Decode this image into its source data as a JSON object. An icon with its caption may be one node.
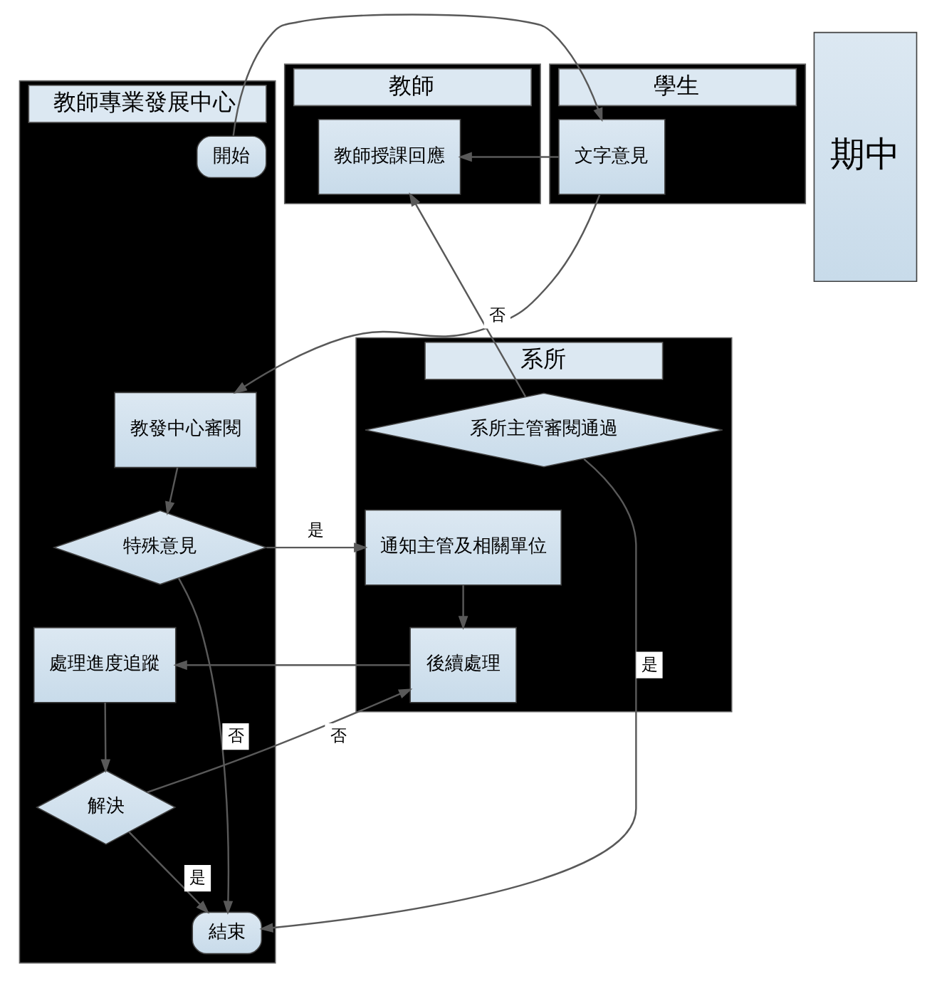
{
  "diagram": {
    "nodes": [
      {
        "text": [
          "教師專業發展中心"
        ]
      },
      {
        "text": [
          "學生"
        ]
      },
      {
        "text": [
          "教師"
        ]
      },
      {
        "text": [
          "系所"
        ]
      },
      {
        "text": [
          "期中"
        ]
      },
      {
        "text": [
          "開始"
        ],
        "in": 0
      },
      {
        "text": [
          "文字意見"
        ],
        "in": 1
      },
      {
        "text": [
          "教師授課回應"
        ],
        "in": 2
      },
      {
        "text": [
          "教發中心審閱"
        ],
        "in": 0
      },
      {
        "text": [
          "系所主管審閱通過"
        ],
        "in": 3
      },
      {
        "text": [
          "特殊意見"
        ],
        "in": 0
      },
      {
        "text": [
          "通知主管及相關單位"
        ],
        "in": 3
      },
      {
        "text": [
          "處理進度追蹤"
        ],
        "in": 0
      },
      {
        "text": [
          "後續處理"
        ],
        "in": 3
      },
      {
        "text": [
          "解決"
        ],
        "in": 0
      },
      {
        "text": [
          "結束"
        ],
        "in": 0
      }
    ],
    "edges": [
      {
        "from": 5,
        "to": 6,
        "arrow": "to"
      },
      {
        "from": 6,
        "to": 7,
        "arrow": "to"
      },
      {
        "from": 6,
        "to": 8,
        "arrow": "to"
      },
      {
        "from": 8,
        "to": 10,
        "arrow": "to"
      },
      {
        "from": 9,
        "to": 7,
        "arrow": "to",
        "label": "否"
      },
      {
        "from": 10,
        "to": 11,
        "arrow": "to",
        "label": "是"
      },
      {
        "from": 10,
        "to": 15,
        "arrow": "to",
        "label": "否"
      },
      {
        "from": 11,
        "to": 13,
        "arrow": "to"
      },
      {
        "from": 13,
        "to": 12,
        "arrow": "to"
      },
      {
        "from": 12,
        "to": 14,
        "arrow": "to"
      },
      {
        "from": 14,
        "to": 13,
        "arrow": "to",
        "label": "否"
      },
      {
        "from": 14,
        "to": 15,
        "arrow": "to",
        "label": "是"
      },
      {
        "from": 9,
        "to": 15,
        "arrow": "to",
        "label": "是"
      }
    ]
  }
}
